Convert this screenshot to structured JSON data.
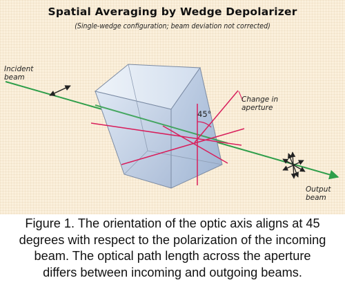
{
  "diagram": {
    "title": "Spatial Averaging by Wedge Depolarizer",
    "subtitle": "(Single-wedge configuration; beam deviation not corrected)",
    "labels": {
      "incident_beam": [
        "Incident",
        "beam"
      ],
      "change_in_aperture": [
        "Change in",
        "aperture"
      ],
      "output_beam": [
        "Output",
        "beam"
      ],
      "angle": "45°"
    },
    "colors": {
      "background": "#fbf0dc",
      "beam": "#2e9e4a",
      "polarization_lines": "#d81e5b",
      "wedge_front": "#c9d7ea",
      "wedge_top": "#e6eef7",
      "wedge_side": "#b3c5df"
    }
  },
  "caption": {
    "lines": [
      "Figure 1. The orientation of the optic axis aligns at 45",
      "degrees with respect to the polarization of the incoming",
      "beam. The optical path length across the aperture",
      "differs between incoming and outgoing beams."
    ]
  }
}
